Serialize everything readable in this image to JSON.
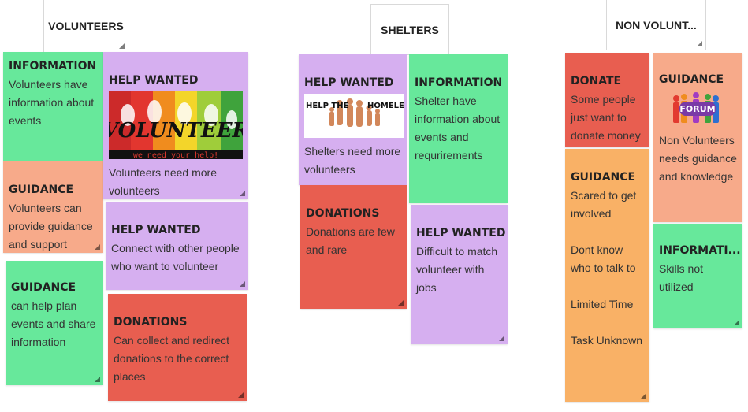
{
  "headers": {
    "volunteers": "VOLUNTEERS",
    "shelters": "SHELTERS",
    "non_volunteers": "NON VOLUNT..."
  },
  "notes": {
    "v_information": {
      "title": "INFORMATION",
      "body": "Volunteers have information about events"
    },
    "v_guidance1": {
      "title": "GUIDANCE",
      "body": "Volunteers can provide guidance and support"
    },
    "v_guidance2": {
      "title": "GUIDANCE",
      "body": "can help plan events and share information"
    },
    "v_help_wanted1": {
      "title": "HELP WANTED",
      "image_text": "VOLUNTEER",
      "image_subtext": "we need your help!",
      "body": "Volunteers need more volunteers"
    },
    "v_help_wanted2": {
      "title": "HELP WANTED",
      "body": "Connect with other people who want to volunteer"
    },
    "v_donations": {
      "title": "DONATIONS",
      "body": "Can collect and redirect donations to the correct places"
    },
    "s_help_wanted1": {
      "title": "HELP WANTED",
      "image_text_left": "HELP THE",
      "image_text_right": "HOMELESS",
      "body": "Shelters need more volunteers"
    },
    "s_donations": {
      "title": "DONATIONS",
      "body": "Donations are few and rare"
    },
    "s_information": {
      "title": "INFORMATION",
      "body": "Shelter have information about events and requrirements"
    },
    "s_help_wanted2": {
      "title": "HELP WANTED",
      "body": "Difficult to match volunteer with jobs"
    },
    "n_donate": {
      "title": "DONATE",
      "body": "Some people just want to donate money"
    },
    "n_guidance1": {
      "title": "GUIDANCE",
      "body": "Scared to get involved\n\nDont know who to talk to\n\nLimited Time\n\nTask Unknown"
    },
    "n_guidance2": {
      "title": "GUIDANCE",
      "image_text": "FORUM",
      "body": "Non Volunteers needs guidance and knowledge"
    },
    "n_information": {
      "title": "INFORMATI...",
      "body": "Skills not utilized"
    }
  },
  "colors": {
    "green": "#67e89b",
    "purple": "#d6aff0",
    "salmon": "#f7aa8a",
    "red": "#e85e50",
    "orange": "#f9b166"
  }
}
